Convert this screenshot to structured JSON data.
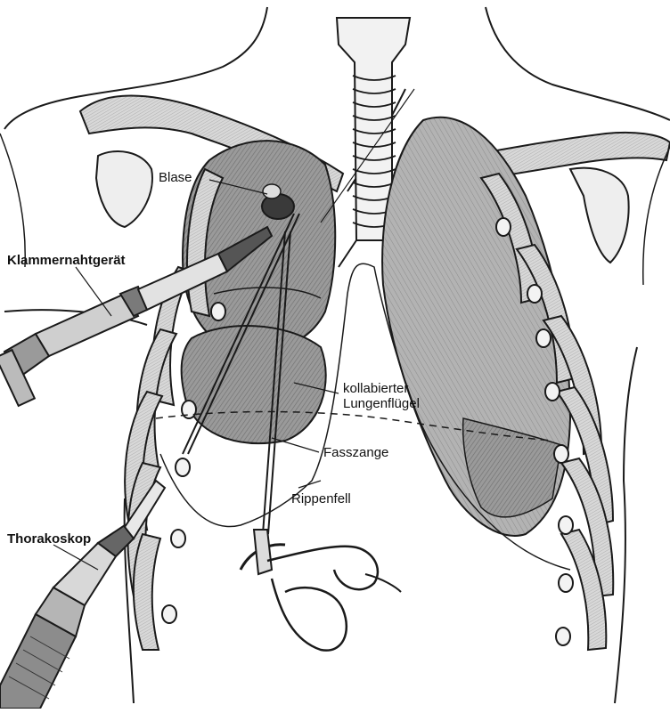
{
  "labels": {
    "blase": "Blase",
    "klammernahtgeraet": "Klammernahtgerät",
    "thorakoskop": "Thorakoskop",
    "kollabierter_line1": "kollabierter",
    "kollabierter_line2": "Lungenflügel",
    "fasszange": "Fasszange",
    "rippenfell": "Rippenfell"
  },
  "colors": {
    "ink": "#1a1a1a",
    "lung_shade": "#8a8a8a",
    "lung_dark": "#5c5c5c",
    "bone": "#e6e6e6",
    "paper": "#ffffff"
  }
}
